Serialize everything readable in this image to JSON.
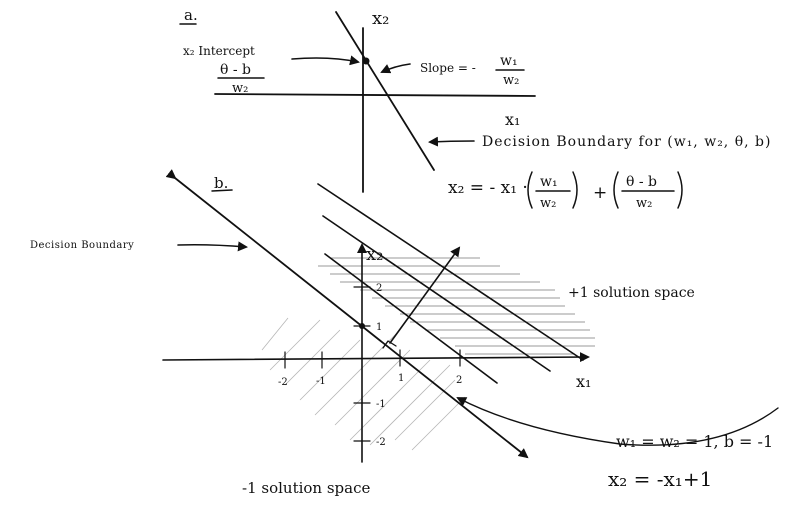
{
  "part_a": {
    "label": "a.",
    "x2_axis": "x₂",
    "x1_axis": "x₁",
    "intercept_label": "x₂ Intercept",
    "intercept_num": "θ - b",
    "intercept_den": "w₂",
    "slope_label": "Slope = -",
    "slope_num": "w₁",
    "slope_den": "w₂",
    "boundary_label": "Decision Boundary for (w₁, w₂, θ, b)",
    "eq_prefix": "x₂ = - x₁ ·",
    "eq_num1": "w₁",
    "eq_den1": "w₂",
    "eq_plus": "+",
    "eq_num2": "θ - b",
    "eq_den2": "w₂"
  },
  "part_b": {
    "label": "b.",
    "boundary_label": "Decision Boundary",
    "x2_axis": "x₂",
    "x1_axis": "x₁",
    "plus_space": "+1 solution space",
    "minus_space": "-1 solution space",
    "params": "w₁ = w₂ = 1, b = -1",
    "equation": "x₂ = -x₁+1",
    "ticks": {
      "x": [
        "-2",
        "-1",
        "1",
        "2"
      ],
      "y": [
        "2",
        "1",
        "-1",
        "-2"
      ]
    }
  }
}
